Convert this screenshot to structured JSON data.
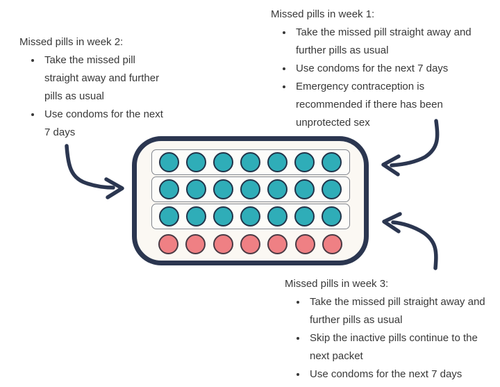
{
  "figure": {
    "description": "Missed contraceptive pill guidance diagram with pill packet"
  },
  "notes": {
    "week1": {
      "title": "Missed pills in week 1:",
      "bullets": [
        "Take the missed pill straight away and further pills as usual",
        "Use condoms for the next 7 days",
        "Emergency contraception is recommended if there has been unprotected sex"
      ]
    },
    "week2": {
      "title": "Missed pills in week 2:",
      "bullets": [
        "Take the missed pill straight away and further pills as usual",
        "Use condoms for the next 7 days"
      ]
    },
    "week3": {
      "title": "Missed pills in week 3:",
      "bullets": [
        "Take the missed pill straight away and further pills as usual",
        "Skip the inactive pills continue to the next packet",
        "Use condoms for the next 7 days"
      ]
    }
  },
  "packet": {
    "rows": [
      {
        "strip": true,
        "pill_color": "teal",
        "count": 7
      },
      {
        "strip": true,
        "pill_color": "teal",
        "count": 7
      },
      {
        "strip": true,
        "pill_color": "teal",
        "count": 7
      },
      {
        "strip": false,
        "pill_color": "pink",
        "count": 7
      }
    ]
  },
  "colors": {
    "navy": "#2b3650",
    "teal": "#2fadb8",
    "teal_border": "#223449",
    "pink": "#ef8084",
    "pink_border": "#4a3a44",
    "packet_fill": "#fbf8f3",
    "strip_fill": "#fdfcf9",
    "strip_border": "#80848c",
    "text": "#383838"
  }
}
